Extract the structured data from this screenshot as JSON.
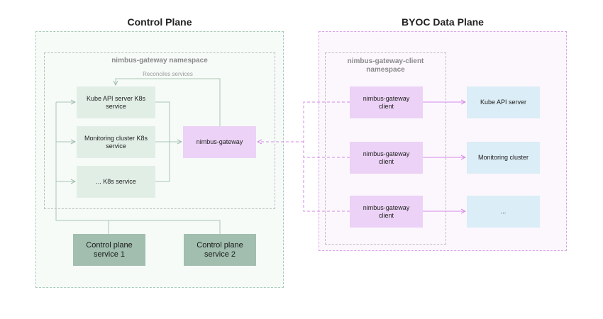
{
  "control_plane": {
    "title": "Control Plane",
    "namespace_label": "nimbus-gateway namespace",
    "reconciles_label": "Reconciles services",
    "services": [
      "Kube API server K8s\nservice",
      "Monitoring cluster K8s\nservice",
      "... K8s service"
    ],
    "gateway_label": "nimbus-gateway",
    "cp_services": [
      "Control plane\nservice 1",
      "Control plane\nservice 2"
    ]
  },
  "data_plane": {
    "title": "BYOC Data Plane",
    "namespace_label": "nimbus-gateway-client\nnamespace",
    "clients": [
      "nimbus-gateway\nclient",
      "nimbus-gateway\nclient",
      "nimbus-gateway\nclient"
    ],
    "targets": [
      "Kube API server",
      "Monitoring cluster",
      "..."
    ]
  },
  "colors": {
    "control_border": "#a9cbb8",
    "data_border": "#d9a6e8",
    "green_line": "#a9c4b5",
    "purple_line": "#d58ae8"
  }
}
